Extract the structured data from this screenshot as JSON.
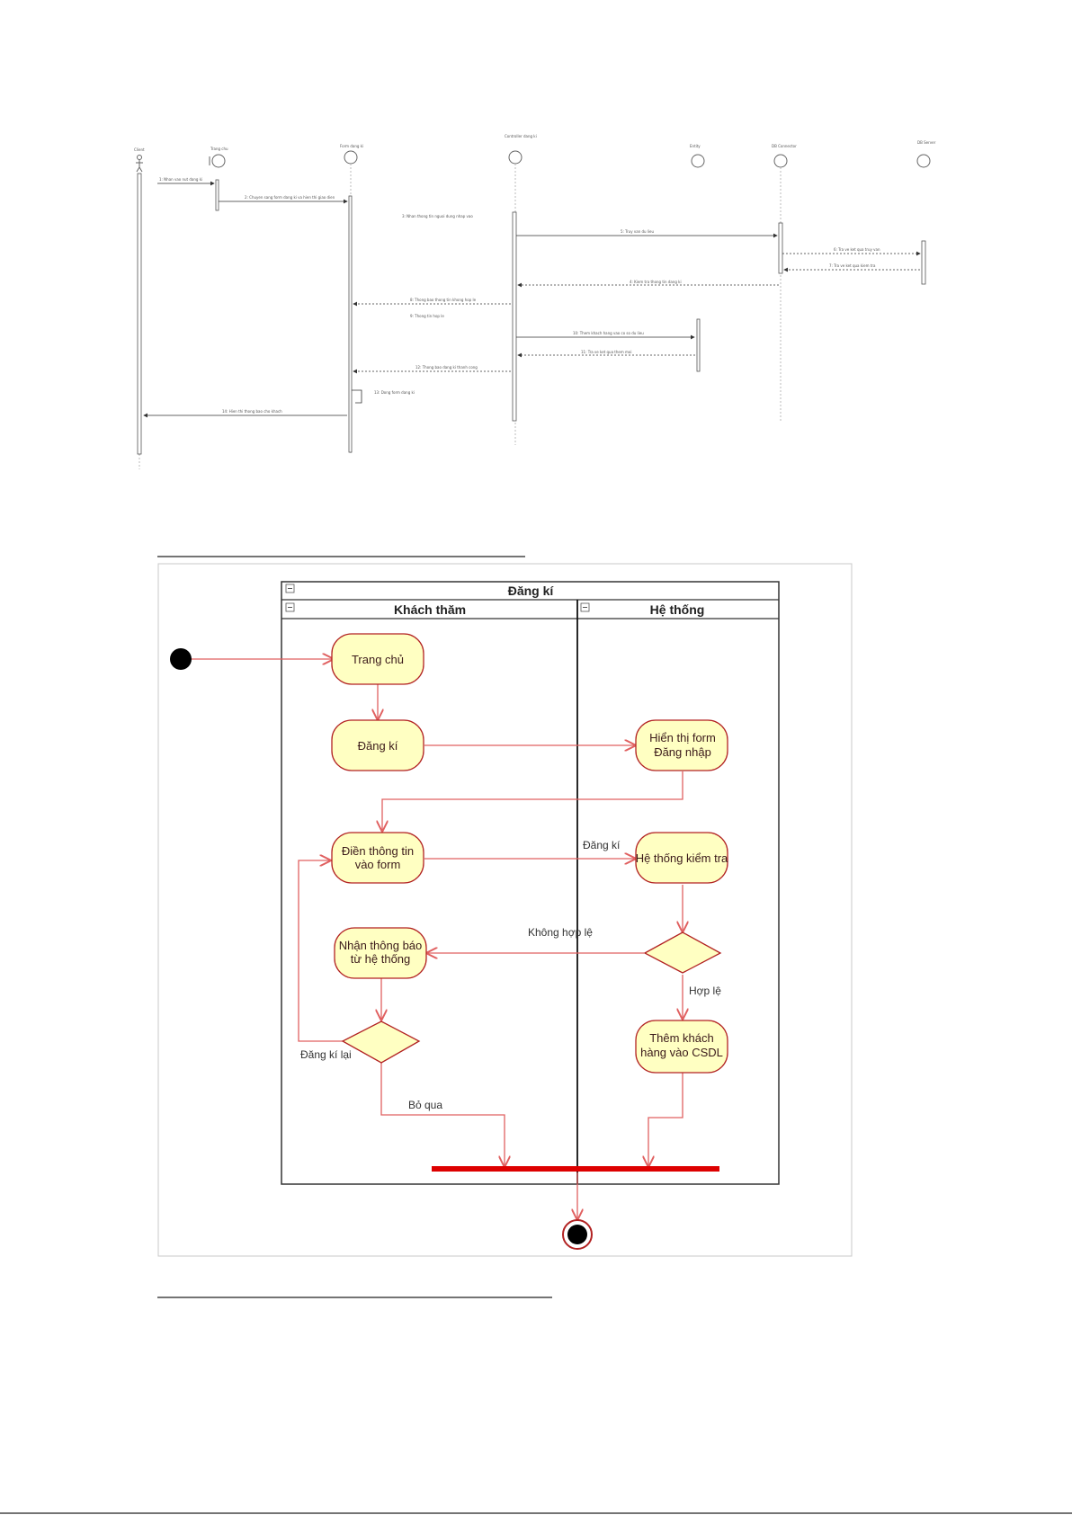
{
  "sequence_diagram": {
    "lifelines": [
      {
        "id": "actor",
        "label": "Client"
      },
      {
        "id": "ui",
        "label": "Trang chu"
      },
      {
        "id": "form",
        "label": "Form dang ki"
      },
      {
        "id": "ctrl",
        "label": "Controller dang ki"
      },
      {
        "id": "entity",
        "label": "Entity"
      },
      {
        "id": "db",
        "label": "DB Connector"
      },
      {
        "id": "server",
        "label": "DB Server"
      }
    ],
    "messages": [
      {
        "label": "1: Nhan vao nut dang ki"
      },
      {
        "label": "2: Chuyen sang form dang ki va hien thi giao dien"
      },
      {
        "label": "3: Nhan thong tin nguoi dung nhap vao"
      },
      {
        "label": "4: Kiem tra thong tin dang ki"
      },
      {
        "label": "5: Truy van du lieu"
      },
      {
        "label": "6: Tra ve ket qua truy van"
      },
      {
        "label": "7: Tra ve ket qua kiem tra"
      },
      {
        "label": "8: Thong bao thong tin khong hop le"
      },
      {
        "label": "9: Thong tin hop le"
      },
      {
        "label": "10: Them khach hang vao co so du lieu"
      },
      {
        "label": "11: Tra ve ket qua them moi"
      },
      {
        "label": "12: Thong bao dang ki thanh cong"
      },
      {
        "label": "13: Dong form dang ki"
      },
      {
        "label": "14: Hien thi thong bao cho khach"
      }
    ]
  },
  "activity_diagram": {
    "title": "Đăng kí",
    "lanes": {
      "left": "Khách thăm",
      "right": "Hệ thống"
    },
    "nodes": {
      "home": "Trang chủ",
      "register": "Đăng kí",
      "show_form_1": "Hiển thị form",
      "show_form_2": "Đăng nhập",
      "fill_form_1": "Điền thông tin",
      "fill_form_2": "vào form",
      "system_check": "Hệ thống kiểm tra",
      "receive_1": "Nhận thông báo",
      "receive_2": "từ hệ thống",
      "add_customer_1": "Thêm khách",
      "add_customer_2": "hàng vào CSDL"
    },
    "edges": {
      "register_label": "Đăng kí",
      "invalid": "Không hợp lệ",
      "valid": "Hợp lệ",
      "retry": "Đăng kí lại",
      "skip": "Bỏ qua"
    },
    "colors": {
      "node_fill": "#ffffc2",
      "node_stroke": "#b22222",
      "arrow": "#e06060",
      "join_bar": "#dd0000"
    }
  }
}
